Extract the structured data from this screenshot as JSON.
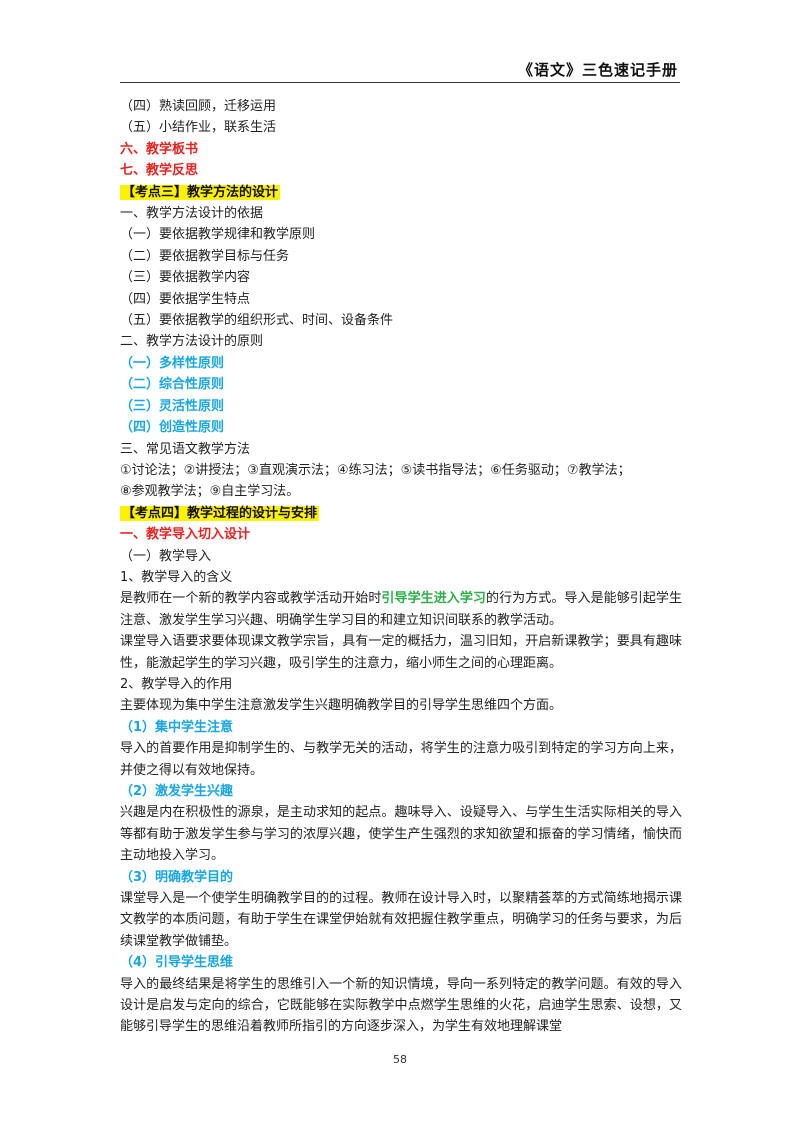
{
  "header": {
    "title": "《语文》三色速记手册"
  },
  "lines": {
    "l1": "（四）熟读回顾，迁移运用",
    "l2": "（五）小结作业，联系生活",
    "l3": "六、教学板书",
    "l4": "七、教学反思",
    "l5": "【考点三】教学方法的设计",
    "l6": "一、教学方法设计的依据",
    "l7": "（一）要依据教学规律和教学原则",
    "l8": "（二）要依据教学目标与任务",
    "l9": "（三）要依据教学内容",
    "l10": "（四）要依据学生特点",
    "l11": "（五）要依据教学的组织形式、时间、设备条件",
    "l12": "二、教学方法设计的原则",
    "l13": "（一）多样性原则",
    "l14": "（二）综合性原则",
    "l15": "（三）灵活性原则",
    "l16": "（四）创造性原则",
    "l17": "三、常见语文教学方法",
    "l18": "①讨论法；②讲授法；③直观演示法；④练习法；⑤读书指导法；⑥任务驱动；⑦教学法；",
    "l19": "⑧参观教学法；⑨自主学习法。",
    "l20": "【考点四】教学过程的设计与安排",
    "l21": "一、教学导入切入设计",
    "l22": "（一）教学导入",
    "l23": "1、教学导入的含义",
    "l24a": "是教师在一个新的教学内容或教学活动开始时",
    "l24b": "引导学生进入学习",
    "l24c": "的行为方式。导入是能够引起学生注意、激发学生学习兴趣、明确学生学习目的和建立知识间联系的教学活动。",
    "l25": "课堂导入语要求要体现课文教学宗旨，具有一定的概括力，温习旧知，开启新课教学；要具有趣味性，能激起学生的学习兴趣，吸引学生的注意力，缩小师生之间的心理距离。",
    "l26": "2、教学导入的作用",
    "l27": "主要体现为集中学生注意激发学生兴趣明确教学目的引导学生思维四个方面。",
    "l28": "（1）集中学生注意",
    "l29": "导入的首要作用是抑制学生的、与教学无关的活动，将学生的注意力吸引到特定的学习方向上来，并使之得以有效地保持。",
    "l30": "（2）激发学生兴趣",
    "l31": "兴趣是内在积极性的源泉，是主动求知的起点。趣味导入、设疑导入、与学生生活实际相关的导入等都有助于激发学生参与学习的浓厚兴趣，使学生产生强烈的求知欲望和振奋的学习情绪，愉快而主动地投入学习。",
    "l32": "（3）明确教学目的",
    "l33": "课堂导入是一个使学生明确教学目的的过程。教师在设计导入时，以聚精荟萃的方式简练地揭示课文教学的本质问题，有助于学生在课堂伊始就有效把握住教学重点，明确学习的任务与要求，为后续课堂教学做铺垫。",
    "l34": "（4）引导学生思维",
    "l35": "导入的最终结果是将学生的思维引入一个新的知识情境，导向一系列特定的教学问题。有效的导入设计是启发与定向的综合，它既能够在实际教学中点燃学生思维的火花，启迪学生思索、设想，又能够引导学生的思维沿着教师所指引的方向逐步深入，为学生有效地理解课堂"
  },
  "footer": {
    "page_number": "58"
  }
}
